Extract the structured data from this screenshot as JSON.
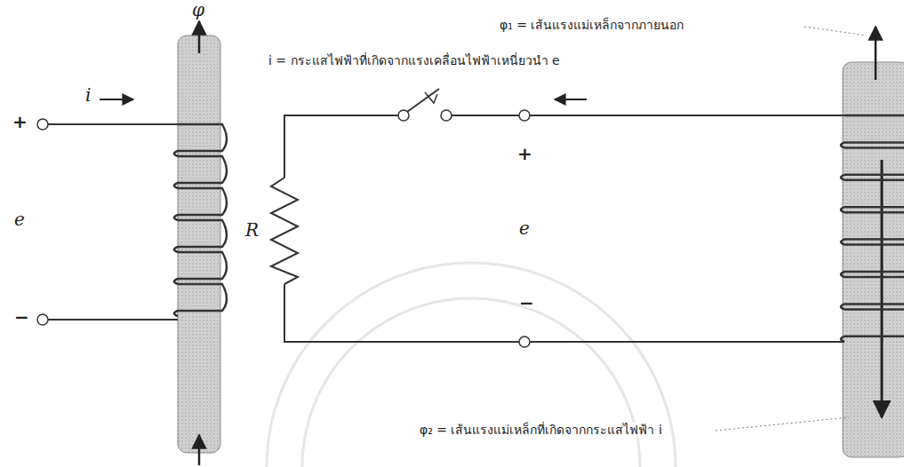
{
  "diagram": {
    "labels": [
      "φ",
      "i",
      "+",
      "e",
      "−",
      "φ₁ = เส้นแรงแม่เหล็กจากภายนอก",
      "i = กระแสไฟฟ้าที่เกิดจากแรงเคลื่อนไฟฟ้าเหนี่ยวนำ e",
      "R",
      "+",
      "e",
      "−",
      "φ₂ = เส้นแรงแม่เหล็กที่เกิดจากกระแสไฟฟ้า i"
    ]
  }
}
